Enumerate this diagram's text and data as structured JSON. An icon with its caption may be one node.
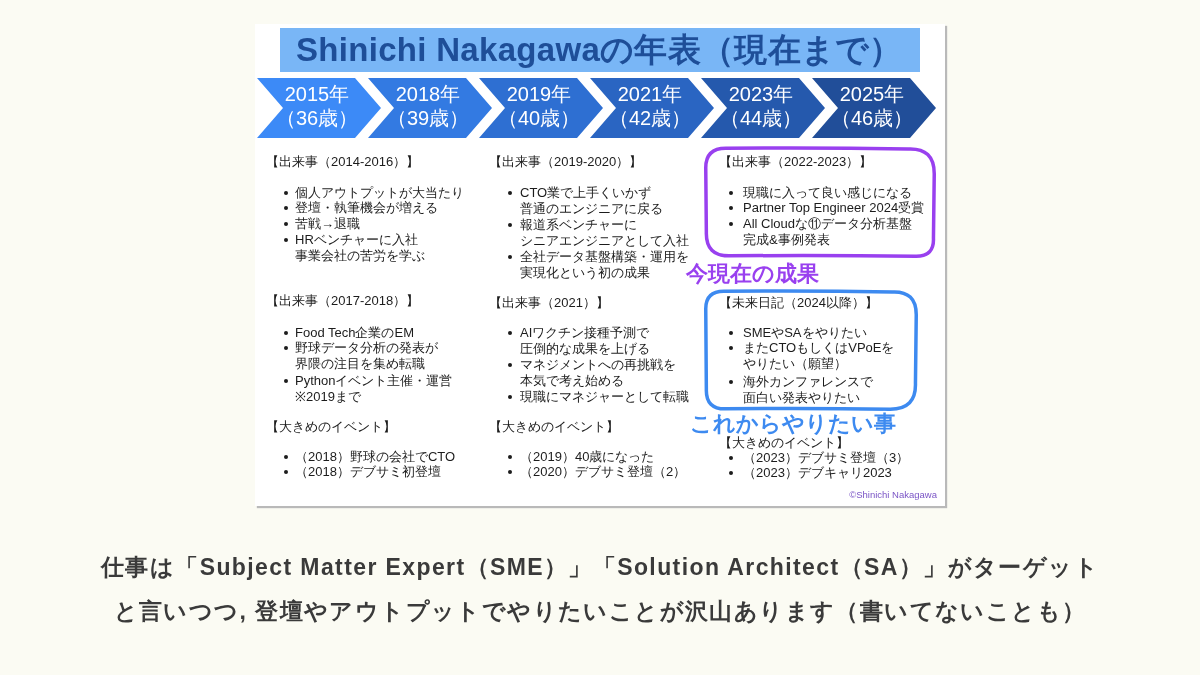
{
  "diagram": {
    "title": "Shinichi Nakagawaの年表（現在まで）",
    "caption": "仕事は「Subject Matter Expert（SME）」「Solution Architect（SA）」がターゲットと言いつつ, 登壇やアウトプットでやりたいことが沢山あります（書いてないことも）",
    "nodes": [
      {
        "text": [
          "2015年",
          "（36歳）"
        ]
      },
      {
        "text": [
          "2018年",
          "（39歳）"
        ]
      },
      {
        "text": [
          "2019年",
          "（40歳）"
        ]
      },
      {
        "text": [
          "2021年",
          "（42歳）"
        ]
      },
      {
        "text": [
          "2023年",
          "（44歳）"
        ]
      },
      {
        "text": [
          "2025年",
          "（46歳）"
        ]
      },
      {
        "text": [
          "【出来事（2022-2023）】",
          "現職に入って良い感じになる",
          "Partner Top Engineer 2024受賞",
          "All Cloudな⑪データ分析基盤完成&事例発表"
        ],
        "beside": [
          "今現在の成果"
        ]
      },
      {
        "text": [
          "【未来日記（2024以降）】",
          "SMEやSAをやりたい",
          "またCTOもしくはVPoEをやりたい（願望）",
          "海外カンファレンスで面白い発表やりたい"
        ],
        "beside": [
          "これからやりたい事"
        ]
      }
    ],
    "labels": [
      "【出来事（2014-2016）】",
      "個人アウトプットが大当たり",
      "登壇・執筆機会が増える",
      "苦戦→退職",
      "HRベンチャーに入社事業会社の苦労を学ぶ",
      "【出来事（2017-2018）】",
      "Food Tech企業のEM",
      "野球データ分析の発表が界隈の注目を集め転職",
      "Pythonイベント主催・運営※2019まで",
      "【大きめのイベント】",
      "（2018）野球の会社でCTO",
      "（2018）デブサミ初登壇",
      "【出来事（2019-2020）】",
      "CTO業で上手くいかず普通のエンジニアに戻る",
      "報道系ベンチャーにシニアエンジニアとして入社",
      "全社データ基盤構築・運用を実現化という初の成果",
      "【出来事（2021）】",
      "AIワクチン接種予測で圧倒的な成果を上げる",
      "マネジメントへの再挑戦を本気で考え始める",
      "現職にマネジャーとして転職",
      "【大きめのイベント】",
      "（2019）40歳になった",
      "（2020）デブサミ登壇（2）",
      "【大きめのイベント】",
      "（2023）デブサミ登壇（3）",
      "（2023）デブキャリ2023",
      "©Shinichi Nakagawa"
    ]
  }
}
